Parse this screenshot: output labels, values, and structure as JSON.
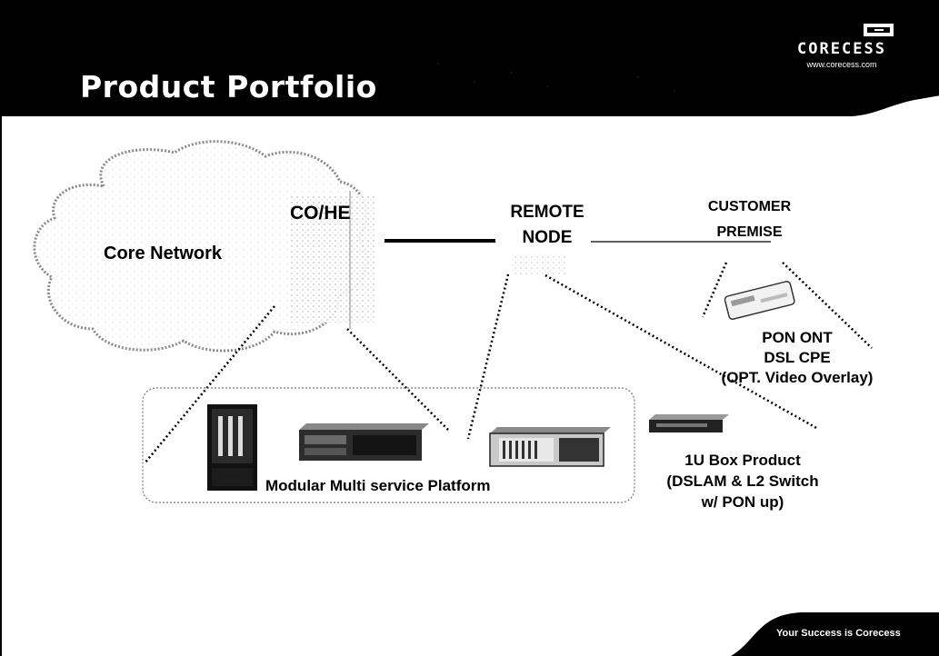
{
  "header": {
    "title": "Product Portfolio",
    "logo_name": "CORECESS",
    "logo_url": "www.corecess.com"
  },
  "diagram": {
    "core_network": "Core Network",
    "co_he": "CO/HE",
    "remote_node": [
      "REMOTE",
      "NODE"
    ],
    "customer_premise": [
      "CUSTOMER",
      "PREMISE"
    ],
    "cpe_label": [
      "PON ONT",
      "DSL CPE",
      "(OPT. Video Overlay)"
    ],
    "platform_label": "Modular Multi service Platform",
    "box_label": [
      "1U Box Product",
      "(DSLAM & L2 Switch",
      "w/ PON up)"
    ]
  },
  "footer": {
    "slogan": "Your Success is Corecess"
  },
  "colors": {
    "band": "#000000",
    "background": "#ffffff",
    "text": "#000000"
  }
}
